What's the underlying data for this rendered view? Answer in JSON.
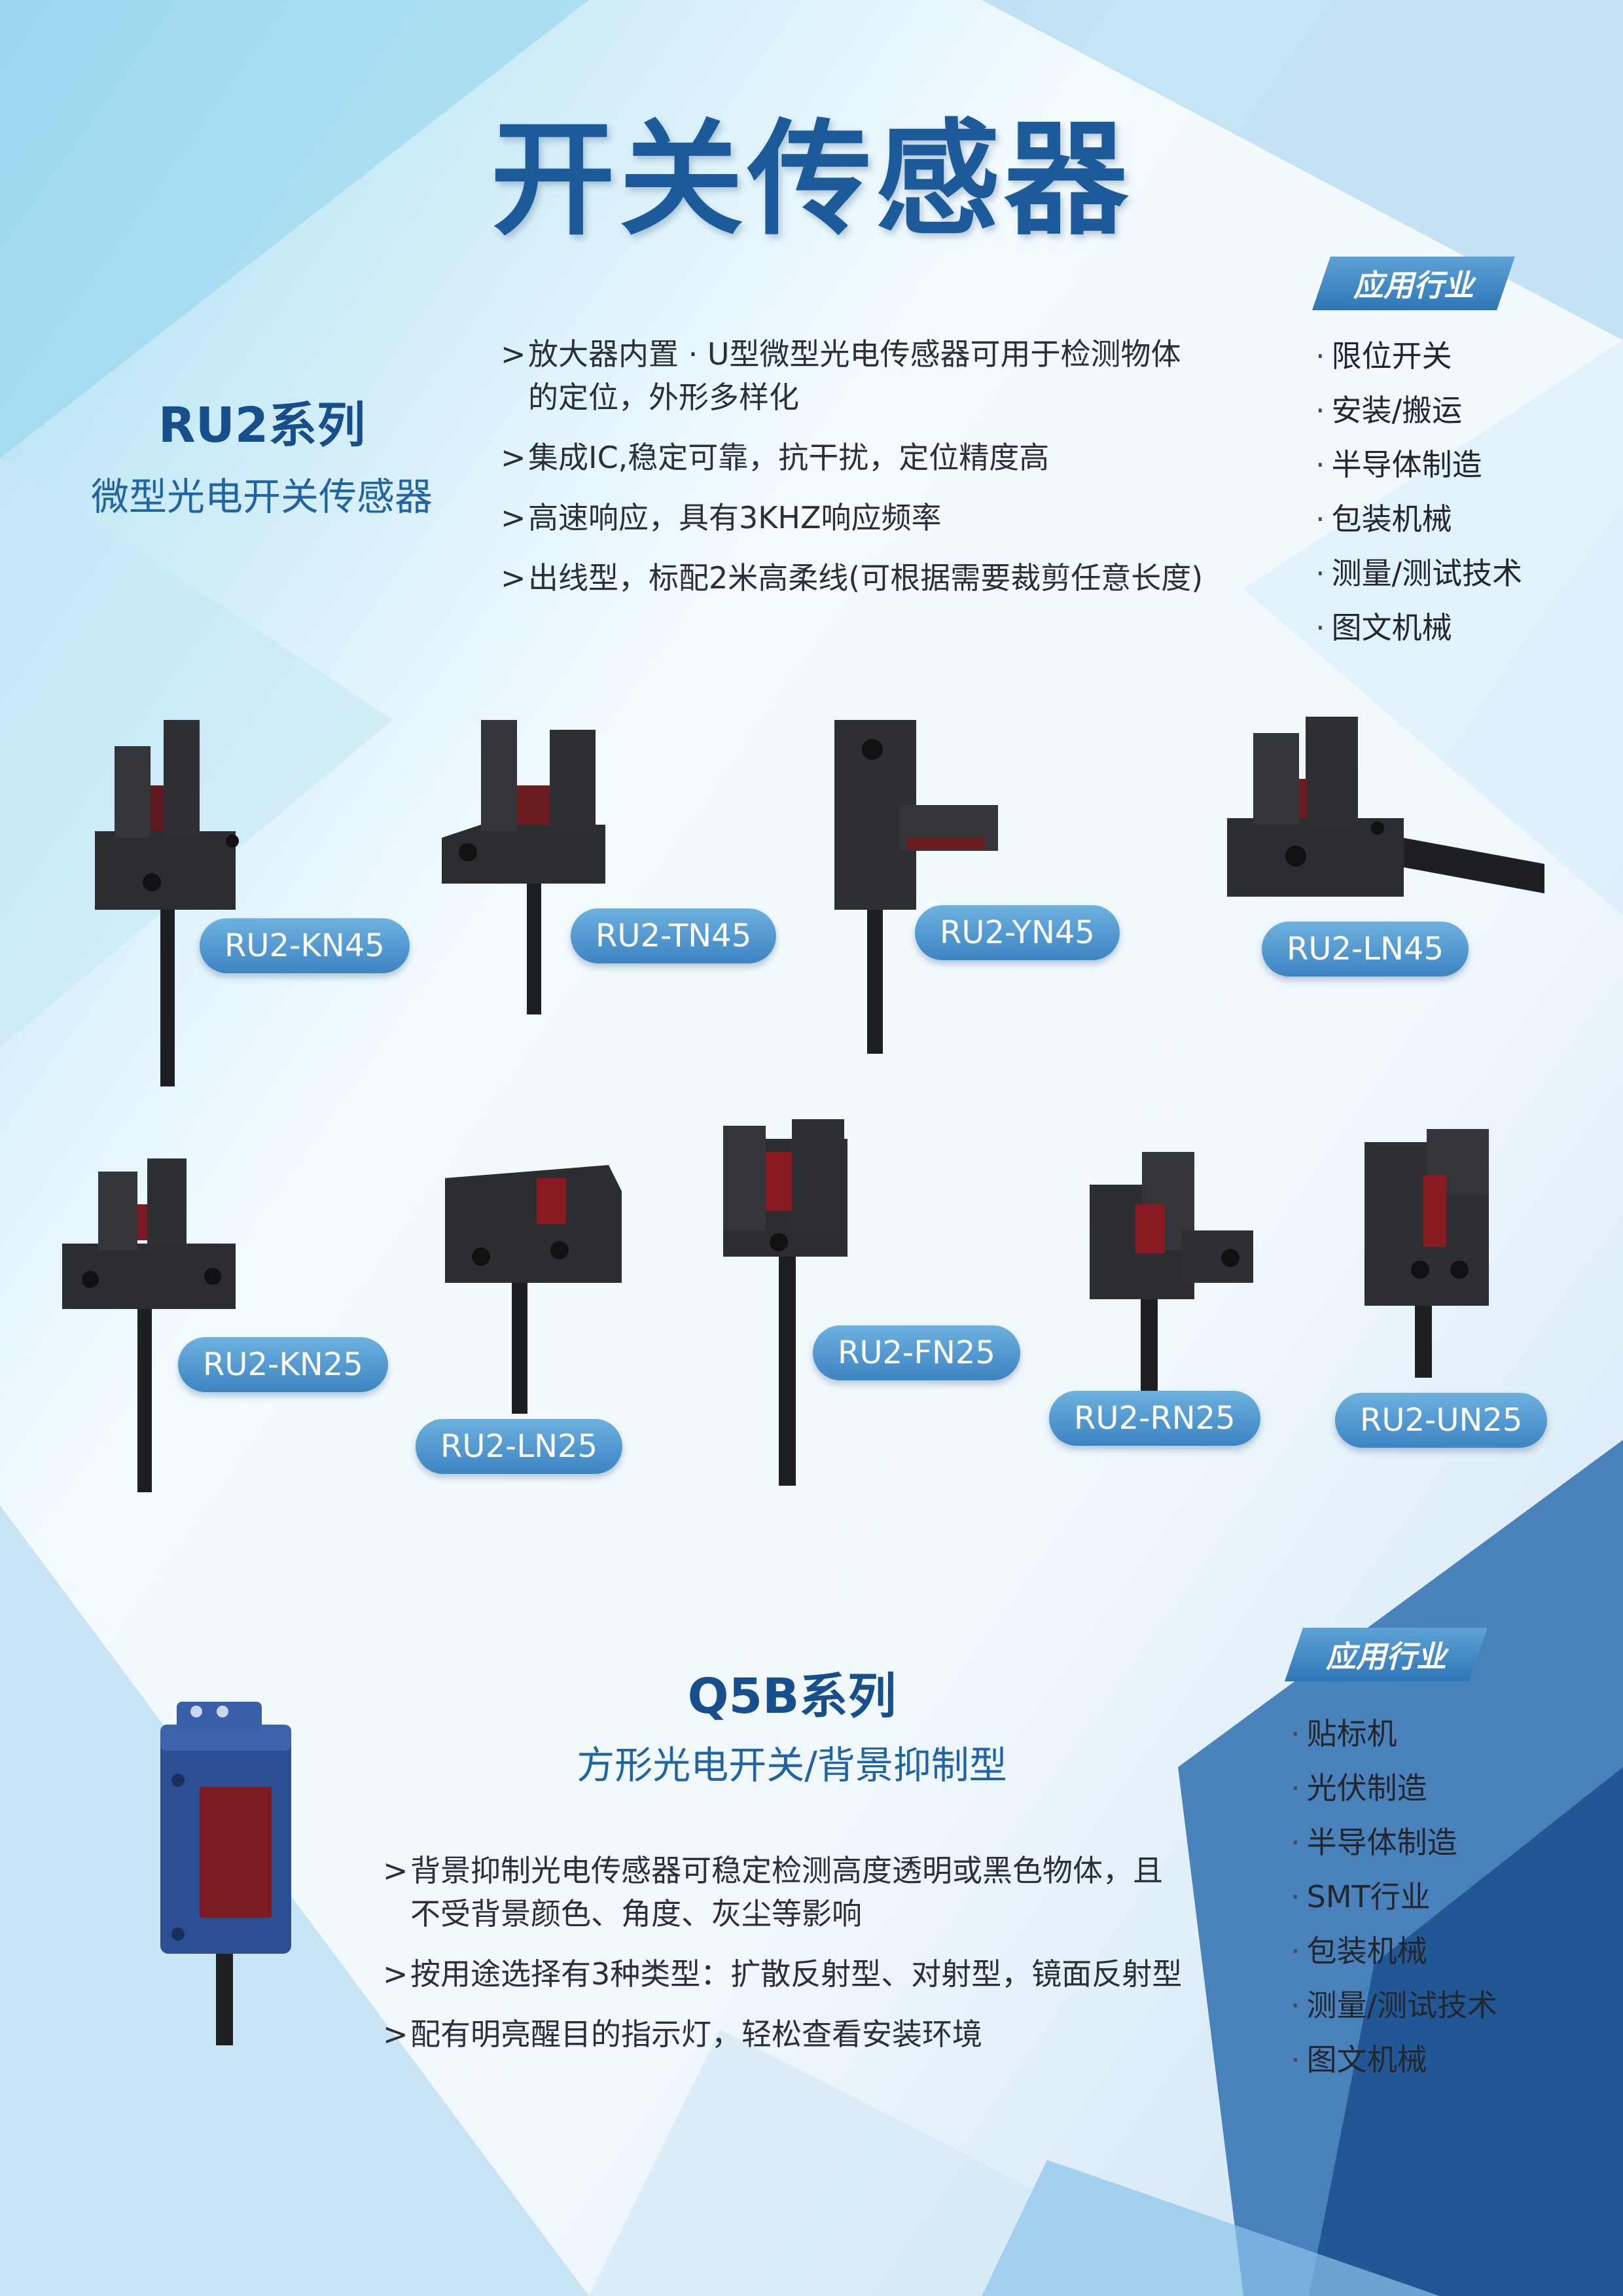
{
  "page": {
    "title": "开关传感器"
  },
  "ru2": {
    "name": "RU2系列",
    "subtitle": "微型光电开关传感器",
    "features": [
      {
        "mark": ">",
        "text": "放大器内置 · U型微型光电传感器可用于检测物体",
        "text2": "的定位，外形多样化"
      },
      {
        "mark": ">",
        "text": "集成IC,稳定可靠，抗干扰，定位精度高"
      },
      {
        "mark": ">",
        "text": "高速响应，具有3KHZ响应频率"
      },
      {
        "mark": ">",
        "text": "出线型，标配2米高柔线(可根据需要裁剪任意长度)"
      }
    ],
    "app_title": "应用行业",
    "applications": [
      "限位开关",
      "安装/搬运",
      "半导体制造",
      "包装机械",
      "测量/测试技术",
      "图文机械"
    ],
    "models_row1": [
      "RU2-KN45",
      "RU2-TN45",
      "RU2-YN45",
      "RU2-LN45"
    ],
    "models_row2": [
      "RU2-KN25",
      "RU2-LN25",
      "RU2-FN25",
      "RU2-RN25",
      "RU2-UN25"
    ]
  },
  "q5b": {
    "name": "Q5B系列",
    "subtitle": "方形光电开关/背景抑制型",
    "features": [
      {
        "mark": ">",
        "text": "背景抑制光电传感器可稳定检测高度透明或黑色物体，且",
        "text2": "不受背景颜色、角度、灰尘等影响"
      },
      {
        "mark": ">",
        "text": "按用途选择有3种类型：扩散反射型、对射型，镜面反射型"
      },
      {
        "mark": ">",
        "text": "配有明亮醒目的指示灯，轻松查看安装环境"
      }
    ],
    "app_title": "应用行业",
    "applications": [
      "贴标机",
      "光伏制造",
      "半导体制造",
      "SMT行业",
      "包装机械",
      "测量/测试技术",
      "图文机械"
    ]
  },
  "colors": {
    "title_blue": "#1c5a99",
    "pill_top": "#6db1df",
    "pill_bottom": "#3d84c2",
    "sensor_body": "#2b2d31",
    "sensor_window": "#8a1a22",
    "q5b_body": "#2c4f94"
  }
}
